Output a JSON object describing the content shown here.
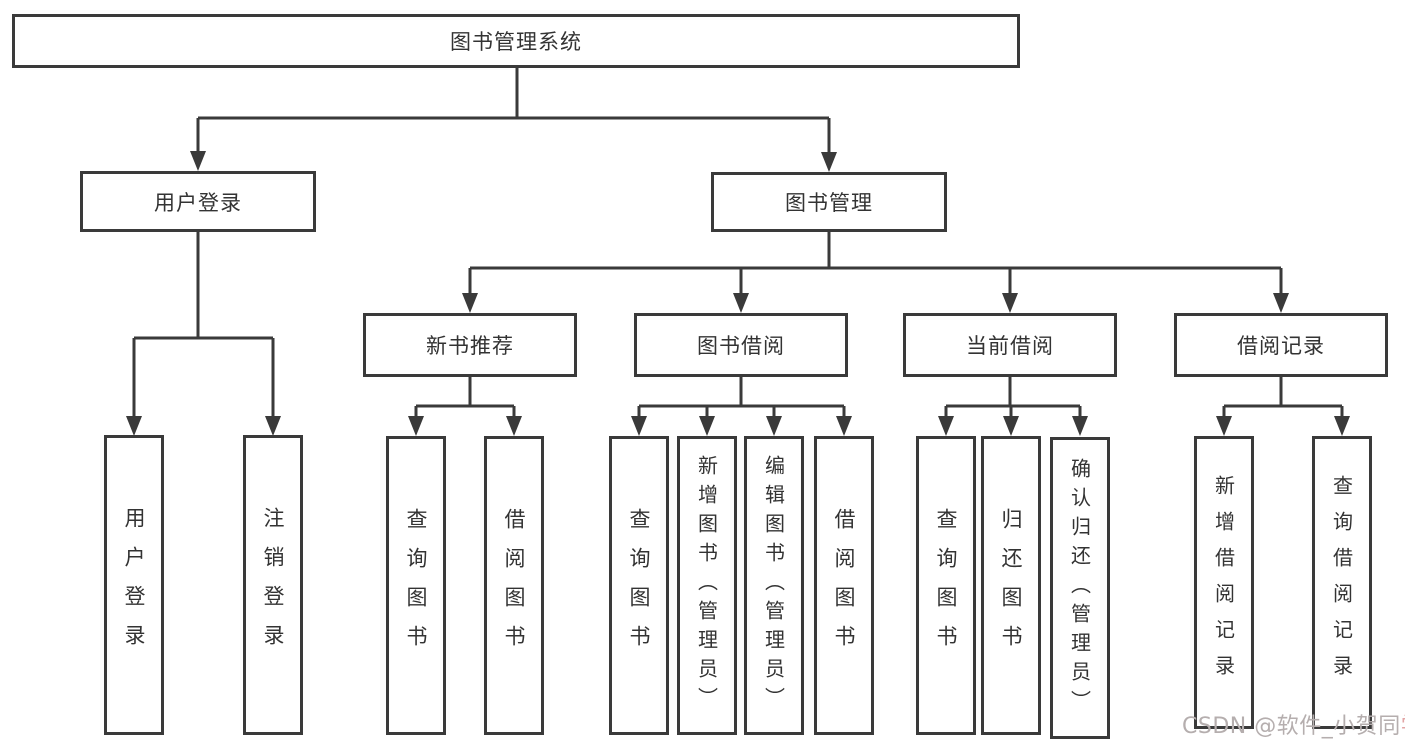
{
  "diagram": {
    "root": {
      "label": "图书管理系统"
    },
    "branches": {
      "user_login": {
        "label": "用户登录",
        "children": {
          "login": "用户登录",
          "logout": "注销登录"
        }
      },
      "book_mgmt": {
        "label": "图书管理"
      }
    },
    "modules": {
      "new_books": {
        "label": "新书推荐",
        "children": {
          "query": "查询图书",
          "borrow": "借阅图书"
        }
      },
      "borrowing": {
        "label": "图书借阅",
        "children": {
          "query": "查询图书",
          "add": "新增图书（管理员）",
          "edit": "编辑图书（管理员）",
          "borrow": "借阅图书"
        }
      },
      "current": {
        "label": "当前借阅",
        "children": {
          "query": "查询图书",
          "return": "归还图书",
          "confirm": "确认归还（管理员）"
        }
      },
      "records": {
        "label": "借阅记录",
        "children": {
          "add": "新增借阅记录",
          "query": "查询借阅记录"
        }
      }
    }
  },
  "watermark": {
    "text": "CSDN @软件_小贺同",
    "accent": "学"
  },
  "colors": {
    "line": "#3a3a3a",
    "text": "#333333",
    "background": "#ffffff",
    "watermark": "#b5aeae",
    "watermark_accent": "#e2a5a5"
  }
}
